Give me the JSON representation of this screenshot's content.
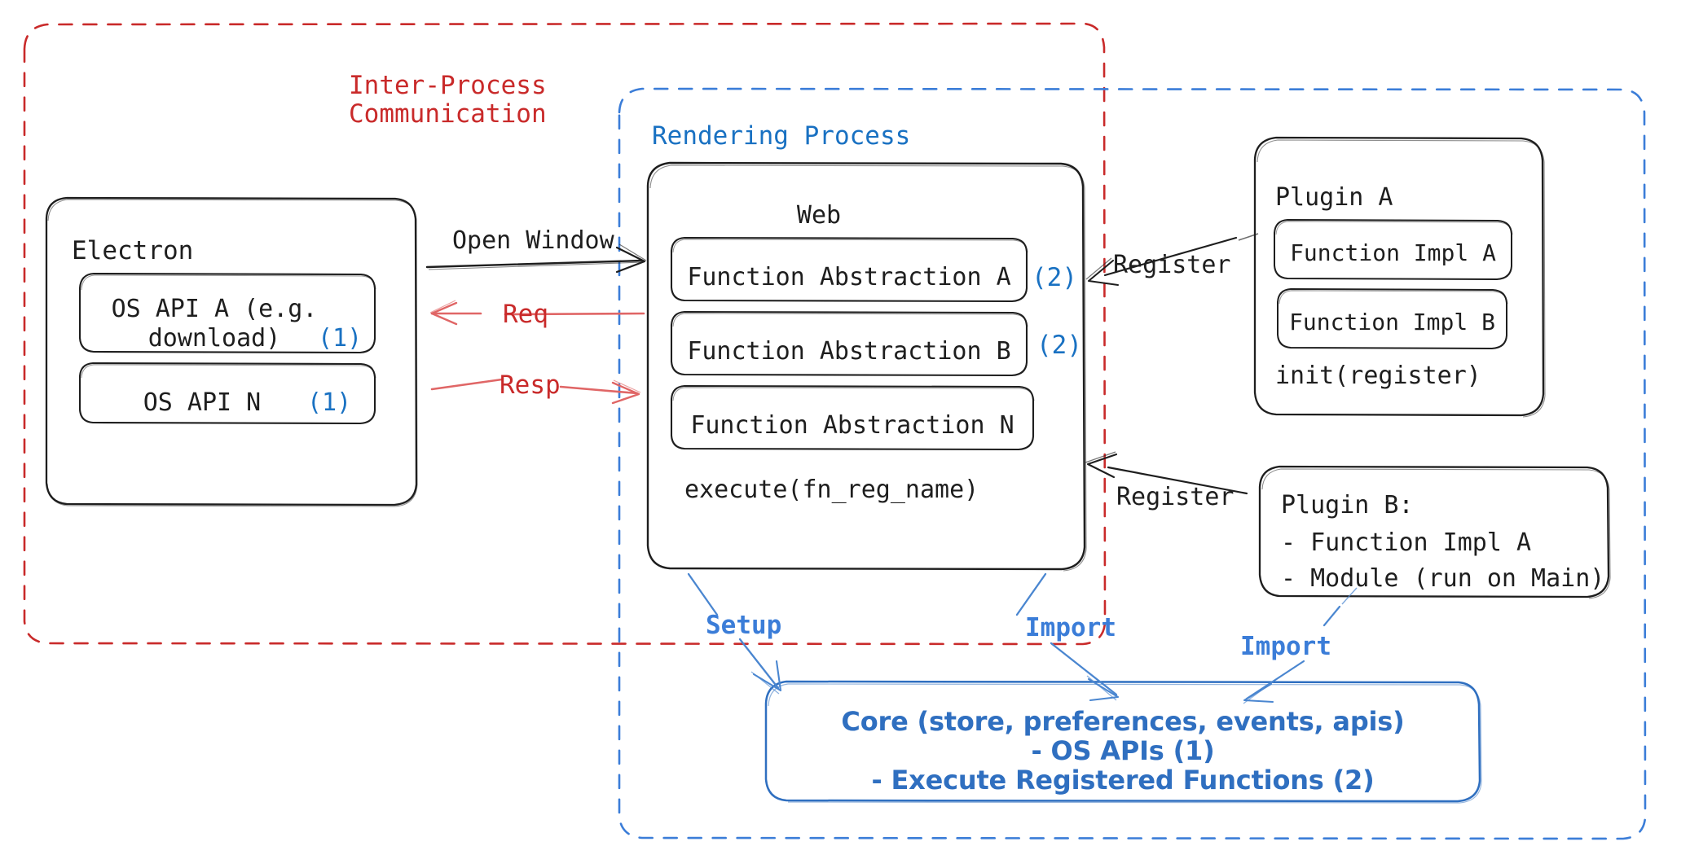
{
  "diagram": {
    "title": "Electron plugin architecture diagram",
    "colors": {
      "ipc_red": "#c92a2a",
      "render_blue": "#1971c2",
      "core_blue": "#2f6fc0",
      "stroke_dark": "#1e1e1e",
      "background": "#ffffff"
    }
  },
  "groups": {
    "ipc": {
      "label_line1": "Inter-Process",
      "label_line2": "Communication",
      "style": "dashed",
      "color": "#c92a2a"
    },
    "rendering_process": {
      "label": "Rendering Process",
      "style": "dashed",
      "color": "#1971c2"
    }
  },
  "electron": {
    "title": "Electron",
    "apis": [
      {
        "name_line1": "OS API A (e.g.",
        "name_line2": "download)",
        "ref": "(1)"
      },
      {
        "name_line1": "OS API N",
        "name_line2": "",
        "ref": "(1)"
      }
    ]
  },
  "web": {
    "title": "Web",
    "abstractions": [
      {
        "label": "Function Abstraction A",
        "ref": "(2)"
      },
      {
        "label": "Function Abstraction B",
        "ref": "(2)"
      },
      {
        "label": "Function Abstraction N",
        "ref": ""
      }
    ],
    "footer": "execute(fn_reg_name)"
  },
  "plugin_a": {
    "title": "Plugin A",
    "functions": [
      "Function Impl A",
      "Function Impl B"
    ],
    "footer": "init(register)"
  },
  "plugin_b": {
    "title": "Plugin B:",
    "items": [
      "- Function Impl A",
      "- Module (run on Main)"
    ]
  },
  "core": {
    "line1": "Core (store, preferences, events, apis)",
    "line2": "- OS APIs (1)",
    "line3": "- Execute Registered Functions (2)"
  },
  "arrows": {
    "open_window": "Open Window",
    "req": "Req",
    "resp": "Resp",
    "register_top": "Register",
    "register_bottom": "Register",
    "setup": "Setup",
    "import_web": "Import",
    "import_plugin_b": "Import"
  }
}
